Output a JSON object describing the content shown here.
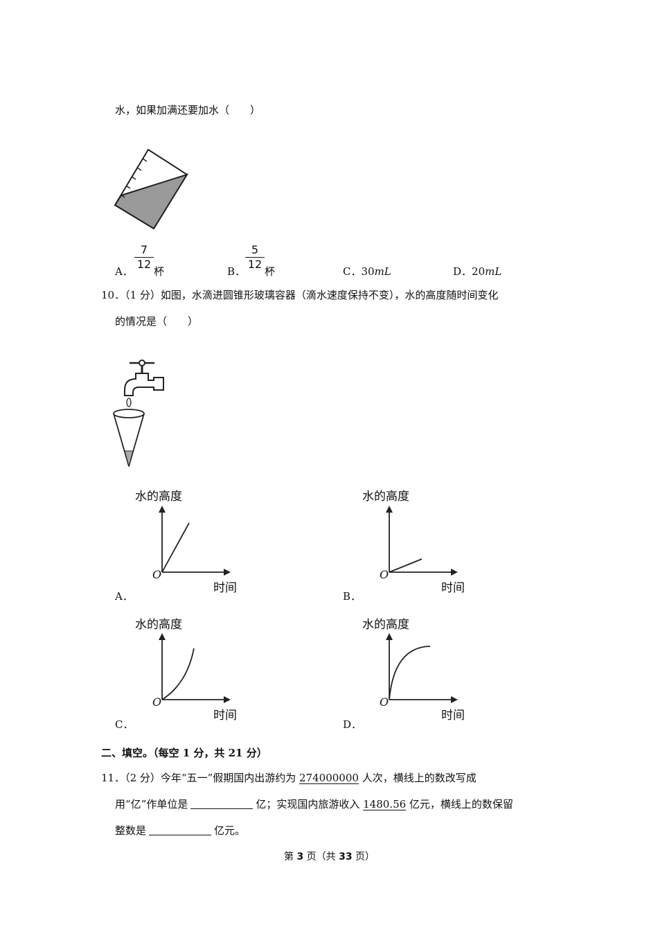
{
  "q9": {
    "stem_tail": "水，如果加满还要加水（　　）",
    "opt_a_label": "A．",
    "opt_a_num": "7",
    "opt_a_den": "12",
    "opt_a_unit": "杯",
    "opt_b_label": "B．",
    "opt_b_num": "5",
    "opt_b_den": "12",
    "opt_b_unit": "杯",
    "opt_c_label": "C．",
    "opt_c_val": "30",
    "opt_c_unit": "mL",
    "opt_d_label": "D．",
    "opt_d_val": "20",
    "opt_d_unit": "mL"
  },
  "q10": {
    "line1": "10．（1 分）如图，水滴进圆锥形玻璃容器（滴水速度保持不变），水的高度随时间变化",
    "line2": "的情况是（　　）",
    "y_axis": "水的高度",
    "x_axis": "时间",
    "origin": "O",
    "opt_a": "A．",
    "opt_b": "B．",
    "opt_c": "C．",
    "opt_d": "D．"
  },
  "section2": {
    "heading": "二、填空。（每空 1 分，共 21 分）"
  },
  "q11": {
    "l1_pre": "11．（2 分）今年“五一”假期国内出游约为 ",
    "l1_num": "274000000",
    "l1_post": " 人次，横线上的数改写成",
    "l2_pre": "用“亿”作单位是",
    "l2_mid": "亿；实现国内旅游收入 ",
    "l2_num": "1480.56",
    "l2_post": " 亿元，横线上的数保留",
    "l3_pre": "整数是",
    "l3_post": "亿元。"
  },
  "footer": {
    "p1": "第 ",
    "page": "3",
    "p2": " 页（共 ",
    "total": "33",
    "p3": " 页）"
  }
}
